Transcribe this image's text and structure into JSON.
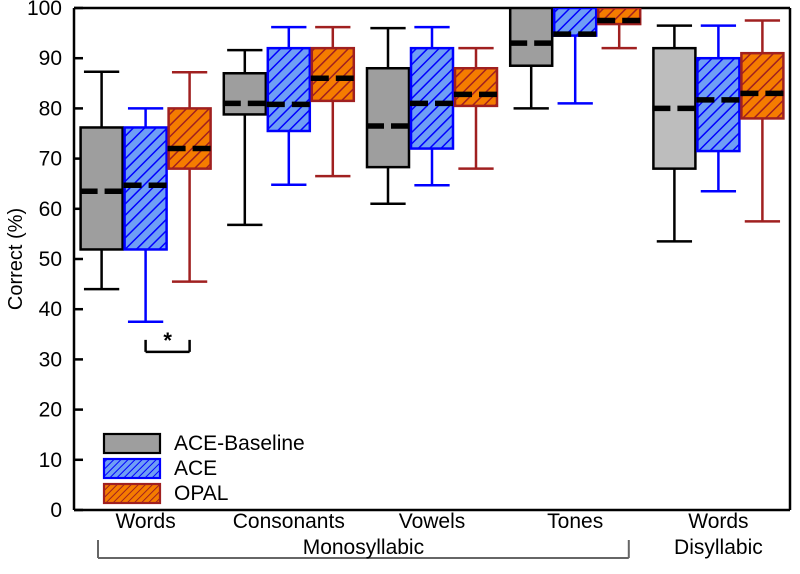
{
  "chart_data": {
    "type": "box",
    "title": "",
    "xlabel": "",
    "ylabel": "Correct (%)",
    "ylim": [
      0,
      100
    ],
    "yticks": [
      0,
      10,
      20,
      30,
      40,
      50,
      60,
      70,
      80,
      90,
      100
    ],
    "ytick_labels": [
      "0",
      "10",
      "20",
      "30",
      "40",
      "50",
      "60",
      "70",
      "80",
      "90",
      "100"
    ],
    "grid": false,
    "legend_position": "lower-left inside axes",
    "categories": [
      "Words",
      "Consonants",
      "Vowels",
      "Tones",
      "Words Disyllabic"
    ],
    "group_brackets": [
      {
        "label": "Monosyllabic",
        "spans": [
          "Words",
          "Consonants",
          "Vowels",
          "Tones"
        ]
      },
      {
        "label": "Words Disyllabic",
        "spans": [
          "Words Disyllabic"
        ]
      }
    ],
    "annotations": [
      {
        "text": "*",
        "category": "Words",
        "between": [
          "ACE",
          "OPAL"
        ],
        "y": 31.5
      }
    ],
    "series": [
      {
        "name": "ACE-Baseline",
        "fill": "#9e9e9e",
        "edge": "#000000",
        "hatch": "none",
        "boxes": [
          {
            "category": "Words",
            "whisker_low": 44.0,
            "q1": 51.9,
            "median": 63.5,
            "q3": 76.2,
            "whisker_high": 87.3
          },
          {
            "category": "Consonants",
            "whisker_low": 56.8,
            "q1": 78.8,
            "median": 81.0,
            "q3": 87.0,
            "whisker_high": 91.6
          },
          {
            "category": "Vowels",
            "whisker_low": 61.0,
            "q1": 68.3,
            "median": 76.5,
            "q3": 88.0,
            "whisker_high": 96.0
          },
          {
            "category": "Tones",
            "whisker_low": 80.0,
            "q1": 88.5,
            "median": 93.0,
            "q3": 100.0,
            "whisker_high": 100.0
          },
          {
            "category": "Words Disyllabic",
            "whisker_low": 53.5,
            "q1": 68.0,
            "median": 80.0,
            "q3": 92.0,
            "whisker_high": 96.5
          }
        ]
      },
      {
        "name": "ACE",
        "fill": "#6f9ef5",
        "edge": "#0000ff",
        "hatch": "diagonal",
        "boxes": [
          {
            "category": "Words",
            "whisker_low": 37.5,
            "q1": 51.9,
            "median": 64.7,
            "q3": 76.2,
            "whisker_high": 80.0
          },
          {
            "category": "Consonants",
            "whisker_low": 64.8,
            "q1": 75.5,
            "median": 80.8,
            "q3": 92.0,
            "whisker_high": 96.2
          },
          {
            "category": "Vowels",
            "whisker_low": 64.7,
            "q1": 72.0,
            "median": 81.0,
            "q3": 92.0,
            "whisker_high": 96.2
          },
          {
            "category": "Tones",
            "whisker_low": 81.0,
            "q1": 94.5,
            "median": 94.8,
            "q3": 100.0,
            "whisker_high": 100.0
          },
          {
            "category": "Words Disyllabic",
            "whisker_low": 63.5,
            "q1": 71.5,
            "median": 81.7,
            "q3": 90.0,
            "whisker_high": 96.5
          }
        ]
      },
      {
        "name": "OPAL",
        "fill": "#f57c00",
        "edge": "#a02020",
        "hatch": "diagonal",
        "boxes": [
          {
            "category": "Words",
            "whisker_low": 45.5,
            "q1": 68.0,
            "median": 72.0,
            "q3": 80.0,
            "whisker_high": 87.2
          },
          {
            "category": "Consonants",
            "whisker_low": 66.5,
            "q1": 81.5,
            "median": 86.0,
            "q3": 92.0,
            "whisker_high": 96.2
          },
          {
            "category": "Vowels",
            "whisker_low": 68.0,
            "q1": 80.5,
            "median": 82.8,
            "q3": 88.0,
            "whisker_high": 92.0
          },
          {
            "category": "Tones",
            "whisker_low": 92.0,
            "q1": 96.8,
            "median": 97.5,
            "q3": 100.0,
            "whisker_high": 100.0
          },
          {
            "category": "Words Disyllabic",
            "whisker_low": 57.5,
            "q1": 78.0,
            "median": 83.0,
            "q3": 91.0,
            "whisker_high": 97.5
          }
        ]
      }
    ],
    "legend_entries": [
      {
        "label": "ACE-Baseline",
        "fill": "#9e9e9e",
        "edge": "#000000",
        "hatch": "none"
      },
      {
        "label": "ACE",
        "fill": "#6f9ef5",
        "edge": "#0000ff",
        "hatch": "diagonal"
      },
      {
        "label": "OPAL",
        "fill": "#f57c00",
        "edge": "#a02020",
        "hatch": "diagonal"
      }
    ]
  }
}
